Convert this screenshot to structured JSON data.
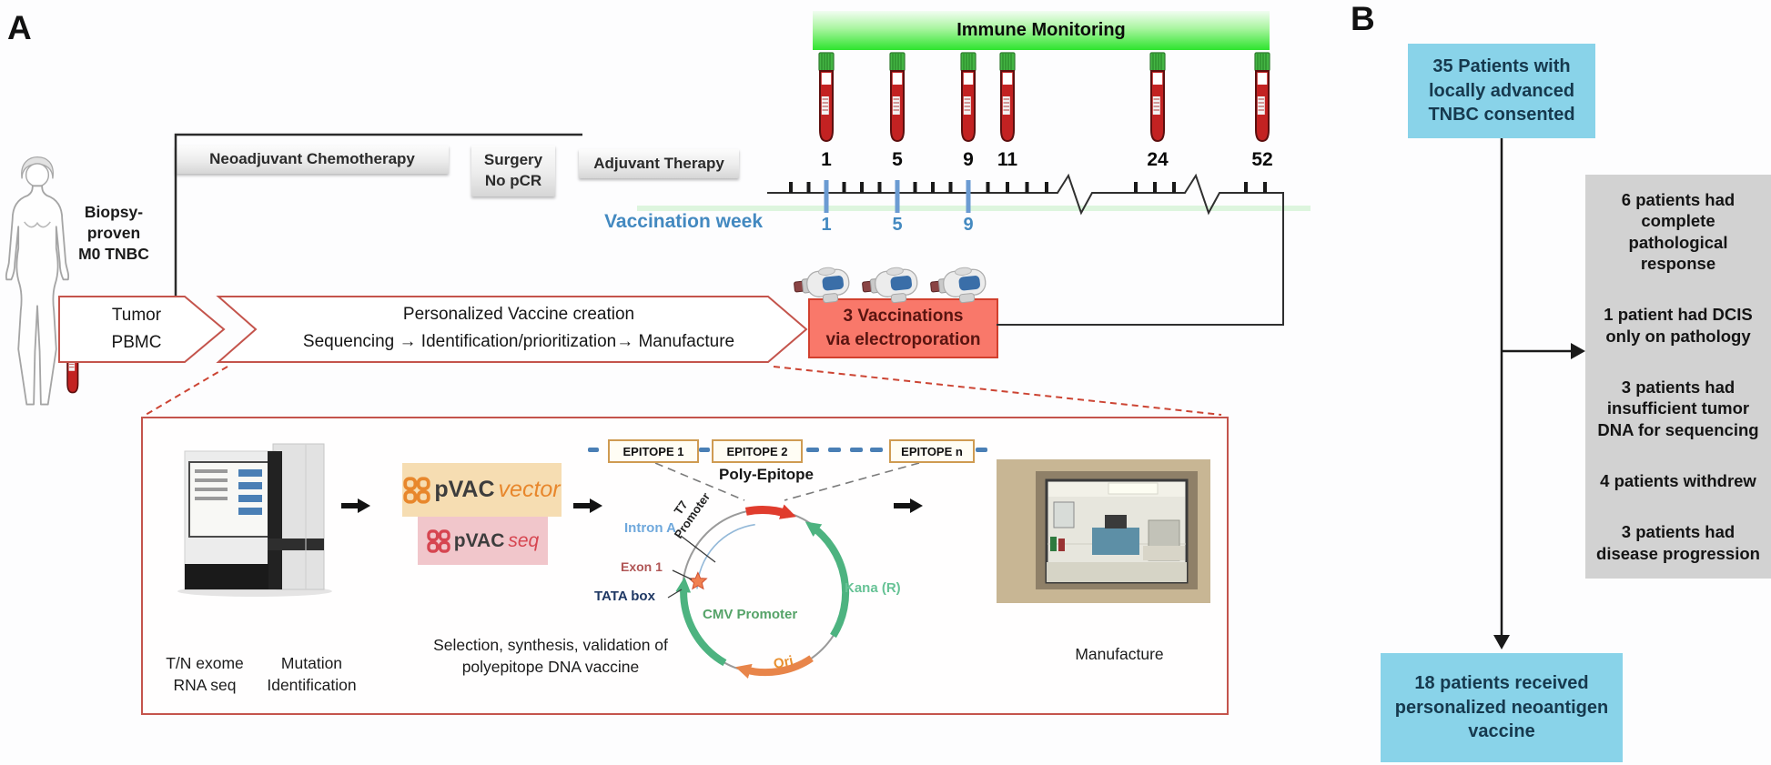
{
  "colors": {
    "immune_bar_green": "#2ee42e",
    "timeline_tick_blue": "#6b9bd2",
    "vaccination_week_blue": "#4389c0",
    "vaccination_box_fill": "#f9786a",
    "red_accent": "#c4544c",
    "consent_box_blue": "#89d3e9",
    "exclusion_box_gray": "#d2d2d2",
    "pvac_vector_orange": "#e8872c",
    "pvac_seq_red": "#d64550",
    "plasmid_green": "#4db380",
    "plasmid_orange": "#e8854a"
  },
  "panelA": {
    "label": "A",
    "patient_label": "Biopsy-\nproven\nM0 TNBC",
    "phase_bars": {
      "neoadjuvant": "Neoadjuvant  Chemotherapy",
      "surgery": "Surgery\nNo pCR",
      "adjuvant": "Adjuvant  Therapy"
    },
    "immune_monitoring_label": "Immune Monitoring",
    "blood_draw_weeks": [
      "1",
      "5",
      "9",
      "11",
      "24",
      "52"
    ],
    "vaccination_week_label": "Vaccination week",
    "vaccination_weeks": [
      "1",
      "5",
      "9"
    ],
    "tumor_arrow_label": "Tumor\nPBMC",
    "vaccine_creation": {
      "line1": "Personalized Vaccine creation",
      "line2": "Sequencing → Identification/prioritization→  Manufacture"
    },
    "vaccination_box_label": "3 Vaccinations\nvia  electroporation",
    "workflow": {
      "step1_label": "T/N exome\nRNA seq",
      "step2_label": "Mutation\nIdentification",
      "pvac_vector_prefix": "pVAC",
      "pvac_vector_suffix": "vector",
      "pvac_seq_prefix": "pVAC",
      "pvac_seq_suffix": "seq",
      "epitope_boxes": [
        "EPITOPE 1",
        "EPITOPE 2",
        "EPITOPE n"
      ],
      "poly_epitope_label": "Poly-Epitope",
      "plasmid_labels": {
        "t7": "T7\nPromoter",
        "intron_a": "Intron A",
        "exon_1": "Exon 1",
        "tata_box": "TATA  box",
        "cmv": "CMV Promoter",
        "kana": "Kana (R)",
        "ori": "Ori"
      },
      "step3_label": "Selection, synthesis, validation  of\npolyepitope DNA vaccine",
      "step4_label": "Manufacture"
    }
  },
  "panelB": {
    "label": "B",
    "top_box": "35 Patients with\nlocally advanced\nTNBC consented",
    "exclusions": [
      "6 patients had\ncomplete\npathological\nresponse",
      "1 patient had DCIS\nonly on pathology",
      "3 patients had\ninsufficient tumor\nDNA for sequencing",
      "4 patients withdrew",
      "3 patients had\ndisease progression"
    ],
    "bottom_box": "18 patients received\npersonalized neoantigen\nvaccine"
  }
}
